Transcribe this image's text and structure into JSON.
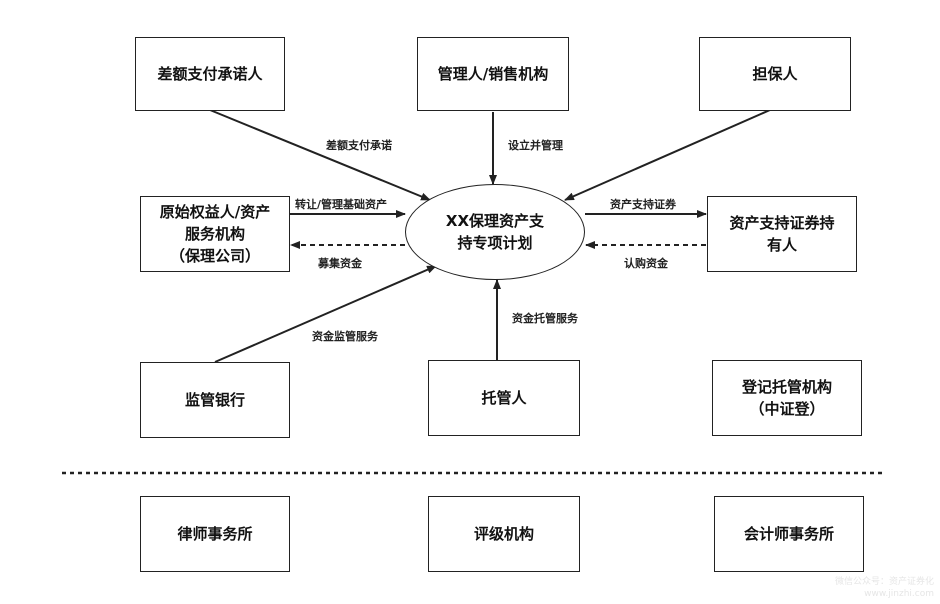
{
  "nodes": {
    "differential_payer": "差额支付承诺人",
    "manager": "管理人/销售机构",
    "guarantor": "担保人",
    "originator": "原始权益人/资产\n服务机构\n（保理公司）",
    "plan": "XX保理资产支\n持专项计划",
    "holder": "资产支持证券持\n有人",
    "supervisor_bank": "监管银行",
    "custodian": "托管人",
    "registry": "登记托管机构\n（中证登）",
    "law_firm": "律师事务所",
    "rating_agency": "评级机构",
    "accounting_firm": "会计师事务所"
  },
  "edges": {
    "differential_commitment": "差额支付承诺",
    "setup_manage": "设立并管理",
    "transfer_assets": "转让/管理基础资产",
    "raise_funds": "募集资金",
    "abs_securities": "资产支持证券",
    "subscribe_funds": "认购资金",
    "fund_supervision": "资金监管服务",
    "fund_custody": "资金托管服务"
  },
  "watermark": {
    "line1": "微信公众号：资产证券化",
    "line2": "www.jinzhi.com"
  }
}
